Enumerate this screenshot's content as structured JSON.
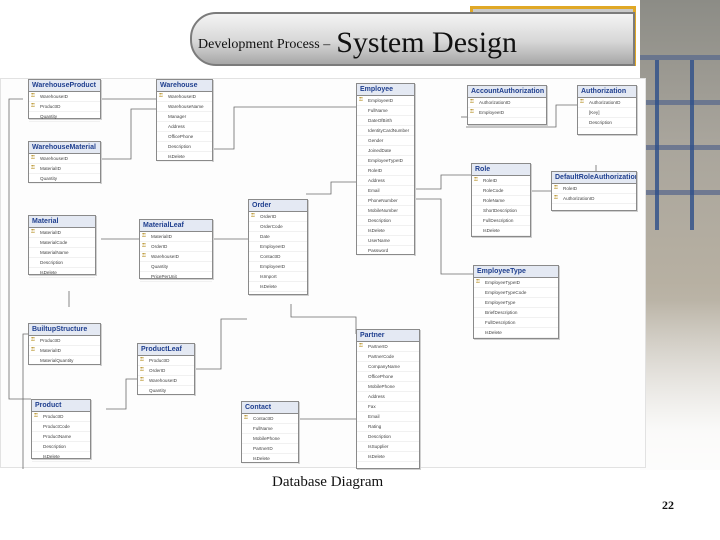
{
  "slide": {
    "title_lead": "Development Process –",
    "title_main": "System Design",
    "caption": "Database Diagram",
    "page_number": "22"
  },
  "tables": [
    {
      "name": "WarehouseProduct",
      "columns": [
        "WarehouseID",
        "ProductID",
        "Quantity"
      ],
      "keys": 2
    },
    {
      "name": "Warehouse",
      "columns": [
        "WarehouseID",
        "WarehouseName",
        "Manager",
        "Address",
        "OfficePhone",
        "Description",
        "IsDelete"
      ],
      "keys": 1
    },
    {
      "name": "Employee",
      "columns": [
        "EmployeeID",
        "FullName",
        "DateOfBirth",
        "IdentityCardNumber",
        "Gender",
        "JoinedDate",
        "EmployeeTypeID",
        "RoleID",
        "Address",
        "Email",
        "PhoneNumber",
        "MobileNumber",
        "Description",
        "IsDelete",
        "UserName",
        "Password"
      ],
      "keys": 1
    },
    {
      "name": "AccountAuthorization",
      "columns": [
        "AuthorizationID",
        "EmployeeID"
      ],
      "keys": 2
    },
    {
      "name": "Authorization",
      "columns": [
        "AuthorizationID",
        "[Key]",
        "Description"
      ],
      "keys": 1
    },
    {
      "name": "WarehouseMaterial",
      "columns": [
        "WarehouseID",
        "MaterialID",
        "Quantity"
      ],
      "keys": 2
    },
    {
      "name": "Role",
      "columns": [
        "RoleID",
        "RoleCode",
        "RoleName",
        "ShortDescription",
        "FullDescription",
        "IsDelete"
      ],
      "keys": 1
    },
    {
      "name": "DefaultRoleAuthorization",
      "columns": [
        "RoleID",
        "AuthorizationID"
      ],
      "keys": 2
    },
    {
      "name": "Order",
      "columns": [
        "OrderID",
        "OrderCode",
        "Date",
        "EmployeeID",
        "ContactID",
        "EmployeeID",
        "IsImport",
        "IsDelete"
      ],
      "keys": 1
    },
    {
      "name": "Material",
      "columns": [
        "MaterialID",
        "MaterialCode",
        "MaterialName",
        "Description",
        "IsDelete"
      ],
      "keys": 1
    },
    {
      "name": "MaterialLeaf",
      "columns": [
        "MaterialID",
        "OrderID",
        "WarehouseID",
        "Quantity",
        "PricePerUnit"
      ],
      "keys": 3
    },
    {
      "name": "EmployeeType",
      "columns": [
        "EmployeeTypeID",
        "EmployeeTypeCode",
        "EmployeeType",
        "BriefDescription",
        "FullDescription",
        "IsDelete"
      ],
      "keys": 1
    },
    {
      "name": "BuiltupStructure",
      "columns": [
        "ProductID",
        "MaterialID",
        "MaterialQuantity"
      ],
      "keys": 2
    },
    {
      "name": "ProductLeaf",
      "columns": [
        "ProductID",
        "OrderID",
        "WarehouseID",
        "Quantity"
      ],
      "keys": 3
    },
    {
      "name": "Partner",
      "columns": [
        "PartnerID",
        "PartnerCode",
        "CompanyName",
        "OfficePhone",
        "MobilePhone",
        "Address",
        "Fax",
        "Email",
        "Rating",
        "Description",
        "IsSupplier",
        "IsDelete"
      ],
      "keys": 1
    },
    {
      "name": "Product",
      "columns": [
        "ProductID",
        "ProductCode",
        "ProductName",
        "Description",
        "IsDelete"
      ],
      "keys": 1
    },
    {
      "name": "Contact",
      "columns": [
        "ContactID",
        "FullName",
        "MobilePhone",
        "PartnerID",
        "IsDelete"
      ],
      "keys": 1
    }
  ]
}
